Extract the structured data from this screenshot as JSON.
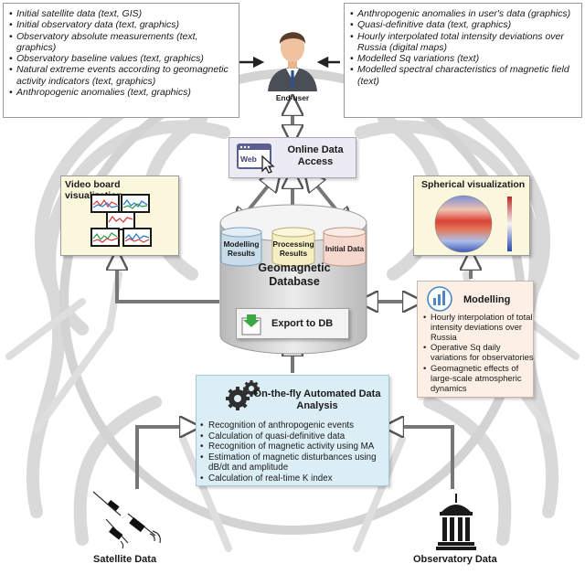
{
  "left_box": {
    "items": [
      "Initial satellite data (text, GIS)",
      "Initial observatory data (text, graphics)",
      "Observatory absolute measurements (text, graphics)",
      "Observatory baseline values (text, graphics)",
      "Natural extreme events according to geomagnetic activity indicators (text, graphics)",
      "Anthropogenic anomalies (text, graphics)"
    ]
  },
  "right_box": {
    "items": [
      "Anthropogenic anomalies in user's data (graphics)",
      "Quasi-definitive data (text, graphics)",
      "Hourly interpolated total intensity deviations over Russia (digital maps)",
      "Modelled Sq variations (text)",
      "Modelled spectral characteristics of magnetic field (text)"
    ]
  },
  "end_user": {
    "label": "End-user"
  },
  "online_access": {
    "web_label": "Web",
    "title": "Online Data Access"
  },
  "video_board": {
    "title": "Video board visualization"
  },
  "spherical": {
    "title": "Spherical visualization"
  },
  "database": {
    "title": "Geomagnetic Database",
    "cylinders": [
      "Modelling Results",
      "Processing Results",
      "Initial Data"
    ]
  },
  "export": {
    "title": "Export to DB"
  },
  "modelling": {
    "title": "Modelling",
    "items": [
      "Hourly interpolation of total intensity deviations over Russia",
      "Operative Sq daily variations for observatories",
      "Geomagnetic effects of large-scale atmospheric dynamics"
    ]
  },
  "analysis": {
    "title": "On-the-fly Automated Data Analysis",
    "items": [
      "Recognition of anthropogenic events",
      "Calculation of quasi-definitive data",
      "Recognition of magnetic activity using MA",
      "Estimation of magnetic disturbances using dB/dt and amplitude",
      "Calculation of real-time K index"
    ]
  },
  "sources": {
    "satellite": "Satellite Data",
    "observatory": "Observatory Data"
  },
  "colors": {
    "analysis_bg": "#dceef5",
    "modelling_bg": "#fbefe6",
    "panel_bg": "#fbf7dc",
    "online_bg": "#eceaf2",
    "cyl_blue": "#c9dcea",
    "cyl_yellow": "#f7efc4",
    "cyl_pink": "#f5d9cf"
  }
}
